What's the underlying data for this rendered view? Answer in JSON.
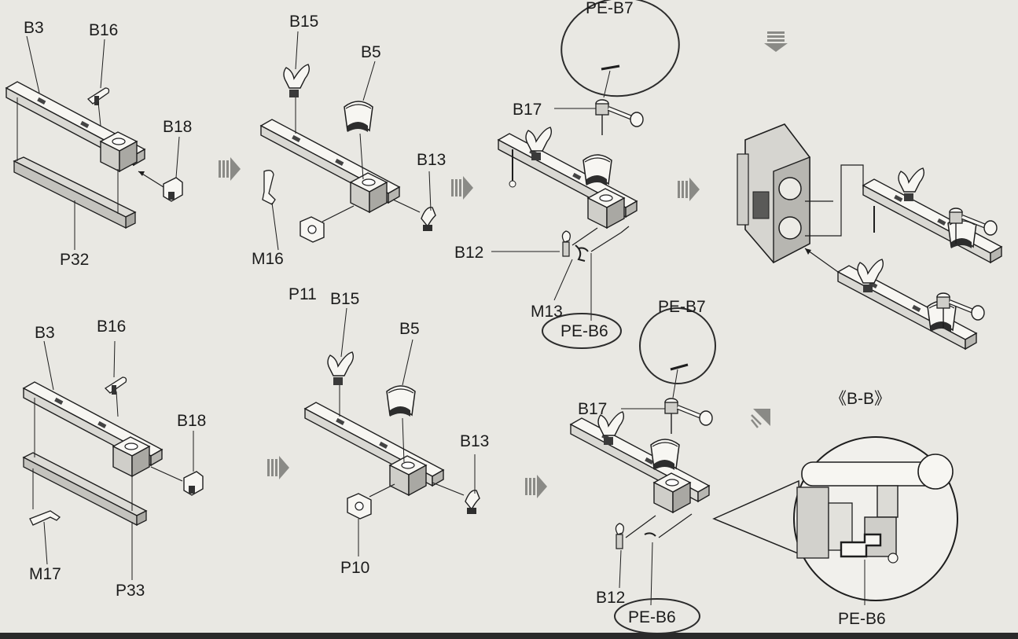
{
  "labels": {
    "step1_top": {
      "b3": "B3",
      "b16": "B16",
      "b18": "B18",
      "p32": "P32"
    },
    "step2_top": {
      "b15": "B15",
      "b5": "B5",
      "b13": "B13",
      "m16": "M16",
      "p11": "P11"
    },
    "step3_top": {
      "pe_b7": "PE-B7",
      "b17": "B17",
      "b12": "B12",
      "m13": "M13",
      "pe_b6": "PE-B6"
    },
    "step1_bottom": {
      "b3": "B3",
      "b16": "B16",
      "b18": "B18",
      "m17": "M17",
      "p33": "P33"
    },
    "step2_bottom": {
      "b15": "B15",
      "b5": "B5",
      "b13": "B13",
      "p10": "P10"
    },
    "step3_bottom": {
      "pe_b7": "PE-B7",
      "b17": "B17",
      "b12": "B12",
      "pe_b6": "PE-B6"
    },
    "detail": {
      "section": "《B-B》",
      "pe_b6": "PE-B6"
    }
  },
  "colors": {
    "paper": "#e9e8e3",
    "line": "#1e1e1e",
    "part_fill": "#f7f6f2",
    "part_shade": "#9c9c98",
    "ink_circle": "#2c2c2c"
  },
  "icons": {
    "flow_arrow": "striped-right-arrow",
    "down_arrow": "striped-down-arrow",
    "diag_arrow": "striped-diagonal-arrow"
  }
}
